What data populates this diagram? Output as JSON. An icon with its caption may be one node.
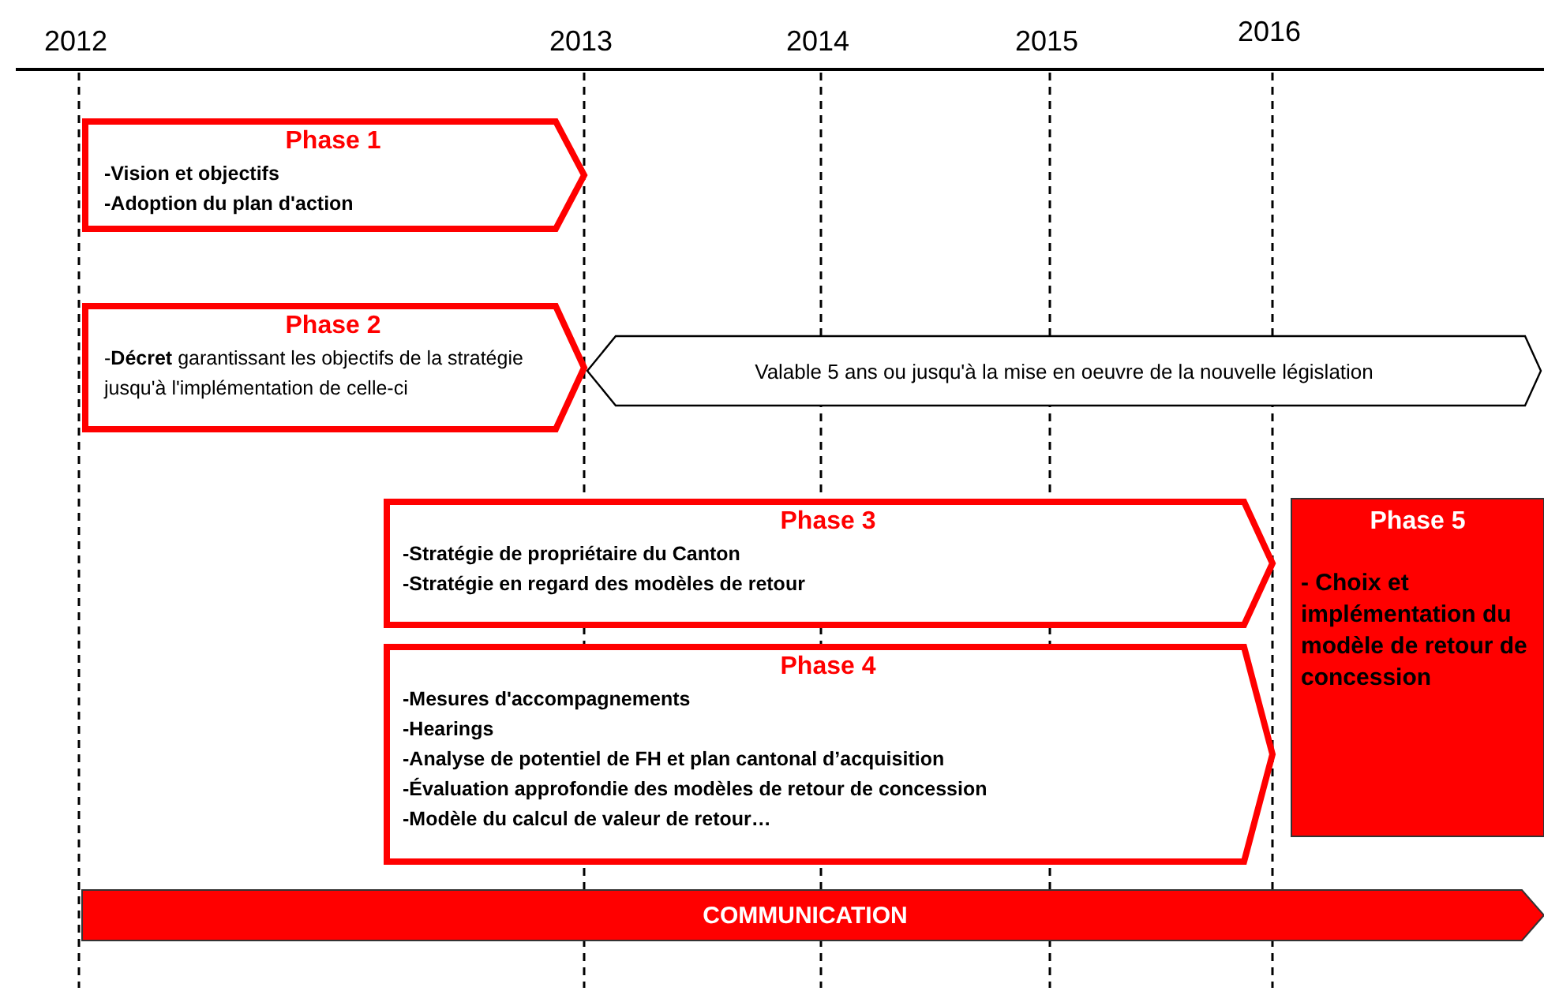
{
  "diagram": {
    "nodes": [
      {
        "text": [
          "Phase 1",
          "-Vision et objectifs",
          "-Adoption du plan d'action"
        ]
      },
      {
        "text": [
          "Phase 2",
          "-**Décret** garantissant les objectifs de la stratégie jusqu'à l'implémentation de celle-ci"
        ]
      },
      {
        "text": [
          "Valable 5 ans ou jusqu'à la mise en oeuvre de la nouvelle législation"
        ]
      },
      {
        "text": [
          "Phase 3",
          "-Stratégie de propriétaire du Canton",
          "-Stratégie en regard des modèles de retour"
        ]
      },
      {
        "text": [
          "Phase 4",
          "-Mesures d'accompagnements",
          "-Hearings",
          "-Analyse de potentiel de FH et plan cantonal d’acquisition",
          "-Évaluation approfondie des modèles de retour de concession",
          "-Modèle du calcul de valeur de retour…"
        ]
      },
      {
        "text": [
          "Phase 5",
          "- Choix et implémentation du modèle de retour de concession"
        ]
      },
      {
        "text": [
          "COMMUNICATION"
        ]
      }
    ],
    "edges": [],
    "labels": [
      "2012",
      "2013",
      "2014",
      "2015",
      "2016"
    ]
  }
}
